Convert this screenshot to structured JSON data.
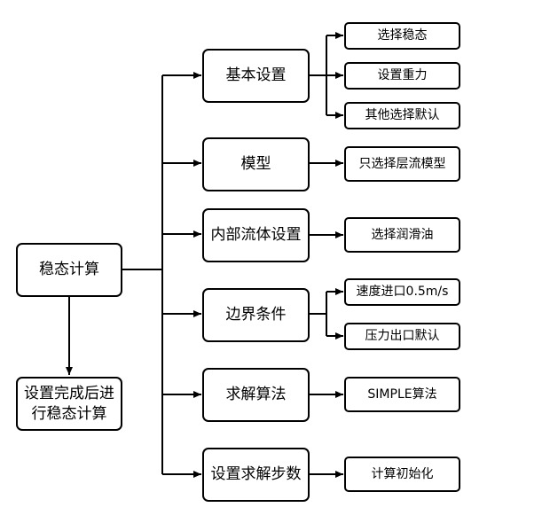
{
  "root": {
    "label": "稳态计算"
  },
  "final": {
    "label": "设置完成后进行稳态计算"
  },
  "steps": [
    {
      "label": "基本设置",
      "children": [
        "选择稳态",
        "设置重力",
        "其他选择默认"
      ]
    },
    {
      "label": "模型",
      "children": [
        "只选择层流模型"
      ]
    },
    {
      "label": "内部流体设置",
      "children": [
        "选择润滑油"
      ]
    },
    {
      "label": "边界条件",
      "children": [
        "速度进口0.5m/s",
        "压力出口默认"
      ]
    },
    {
      "label": "求解算法",
      "children": [
        "SIMPLE算法"
      ]
    },
    {
      "label": "设置求解步数",
      "children": [
        "计算初始化"
      ]
    }
  ]
}
